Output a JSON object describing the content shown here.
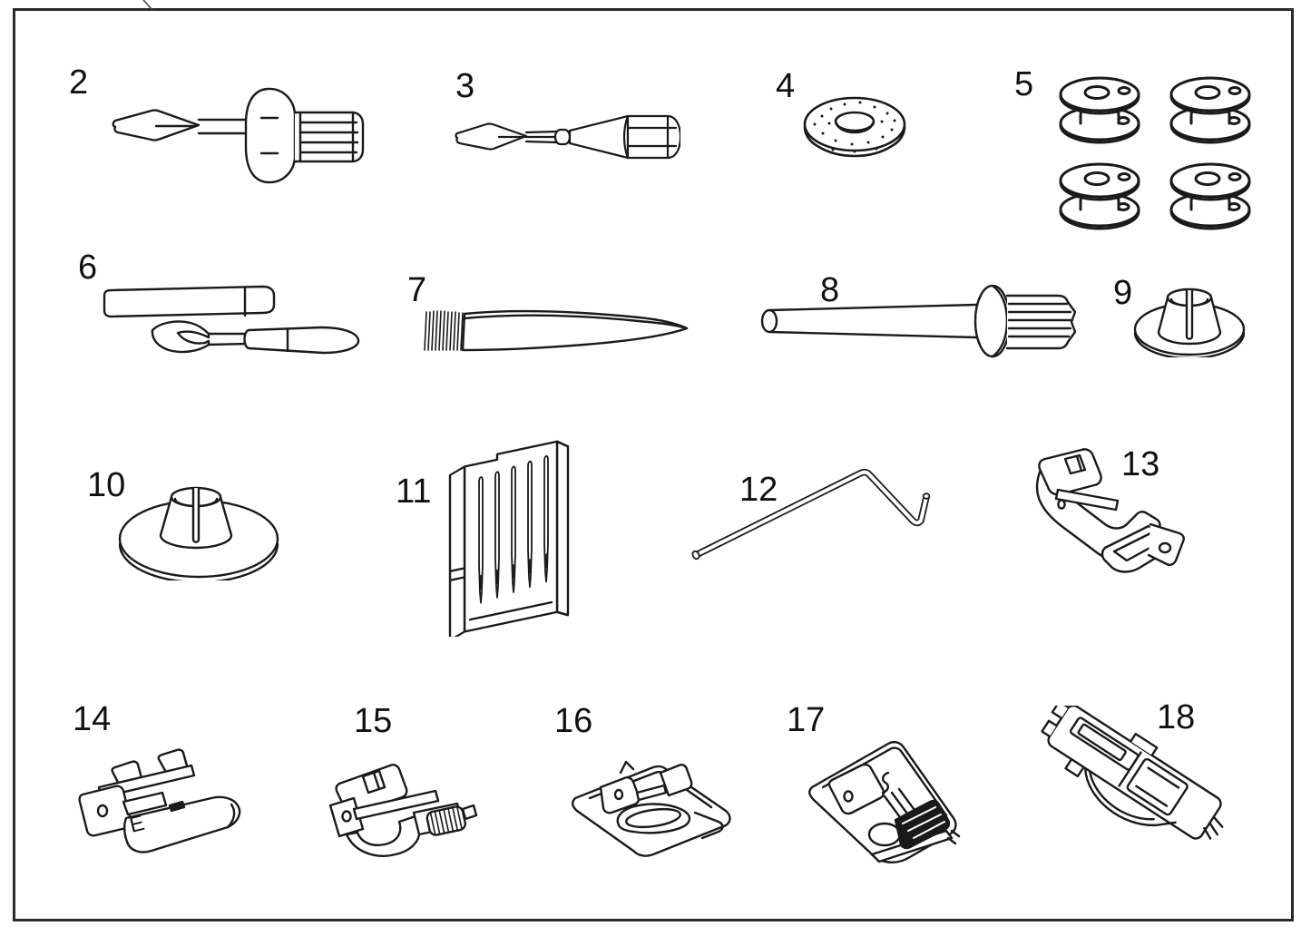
{
  "figure": {
    "kind": "sewing-machine-accessories-parts-diagram"
  },
  "colors": {
    "line": "#1a1a1a",
    "frame": "#2b2b2b",
    "background": "#ffffff"
  },
  "items": [
    {
      "label": "2",
      "name": "large-screwdriver"
    },
    {
      "label": "3",
      "name": "screwdriver"
    },
    {
      "label": "4",
      "name": "spool-pin-felt-washer"
    },
    {
      "label": "5",
      "name": "bobbins"
    },
    {
      "label": "6",
      "name": "seam-ripper"
    },
    {
      "label": "7",
      "name": "lint-brush"
    },
    {
      "label": "8",
      "name": "auxiliary-spool-pin"
    },
    {
      "label": "9",
      "name": "spool-holder-small"
    },
    {
      "label": "10",
      "name": "spool-holder-large"
    },
    {
      "label": "11",
      "name": "needle-set"
    },
    {
      "label": "12",
      "name": "quilting-guide-bar"
    },
    {
      "label": "13",
      "name": "overedge-foot"
    },
    {
      "label": "14",
      "name": "zigzag-foot"
    },
    {
      "label": "15",
      "name": "overcasting-foot"
    },
    {
      "label": "16",
      "name": "satin-stitch-foot"
    },
    {
      "label": "17",
      "name": "button-sewing-foot"
    },
    {
      "label": "18",
      "name": "buttonhole-foot"
    }
  ]
}
